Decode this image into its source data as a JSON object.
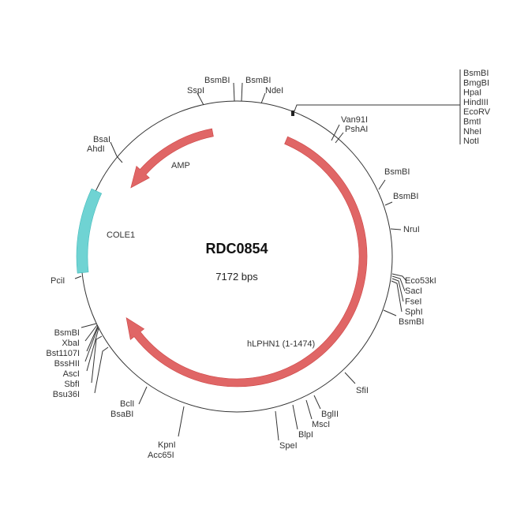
{
  "plasmid": {
    "name": "RDC0854",
    "size": "7172 bps"
  },
  "features": [
    {
      "label": "AMP",
      "color": "#e06666"
    },
    {
      "label": "COLE1",
      "color": "#6fd3d3"
    },
    {
      "label": "hLPHN1 (1-1474)",
      "color": "#e06666"
    }
  ],
  "sites": {
    "sspi": "SspI",
    "bsmbi_1": "BsmBI",
    "bsmbi_2": "BsmBI",
    "ndei": "NdeI",
    "cluster_top": [
      "BsmBI",
      "BmgBI",
      "HpaI",
      "HindIII",
      "EcoRV",
      "BmtI",
      "NheI",
      "NotI"
    ],
    "van91i": "Van91I",
    "pshai": "PshAI",
    "bsmbi_3": "BsmBI",
    "bsmbi_4": "BsmBI",
    "frui": "NruI",
    "cluster_right": [
      "Eco53kI",
      "SacI",
      "FseI",
      "SphI"
    ],
    "bsmbi_5": "BsmBI",
    "sfii": "SfiI",
    "bglii": "BglII",
    "msci": "MscI",
    "blpi": "BlpI",
    "spei": "SpeI",
    "kpni": "KpnI",
    "acc65i": "Acc65I",
    "bcli": "BclI",
    "bsabi": "BsaBI",
    "cluster_left": [
      "BsmBI",
      "XbaI",
      "Bst1107I",
      "BssHII",
      "AscI",
      "SbfI",
      "Bsu36I"
    ],
    "pcii": "PciI",
    "bsai": "BsaI",
    "ahdi": "AhdI"
  }
}
